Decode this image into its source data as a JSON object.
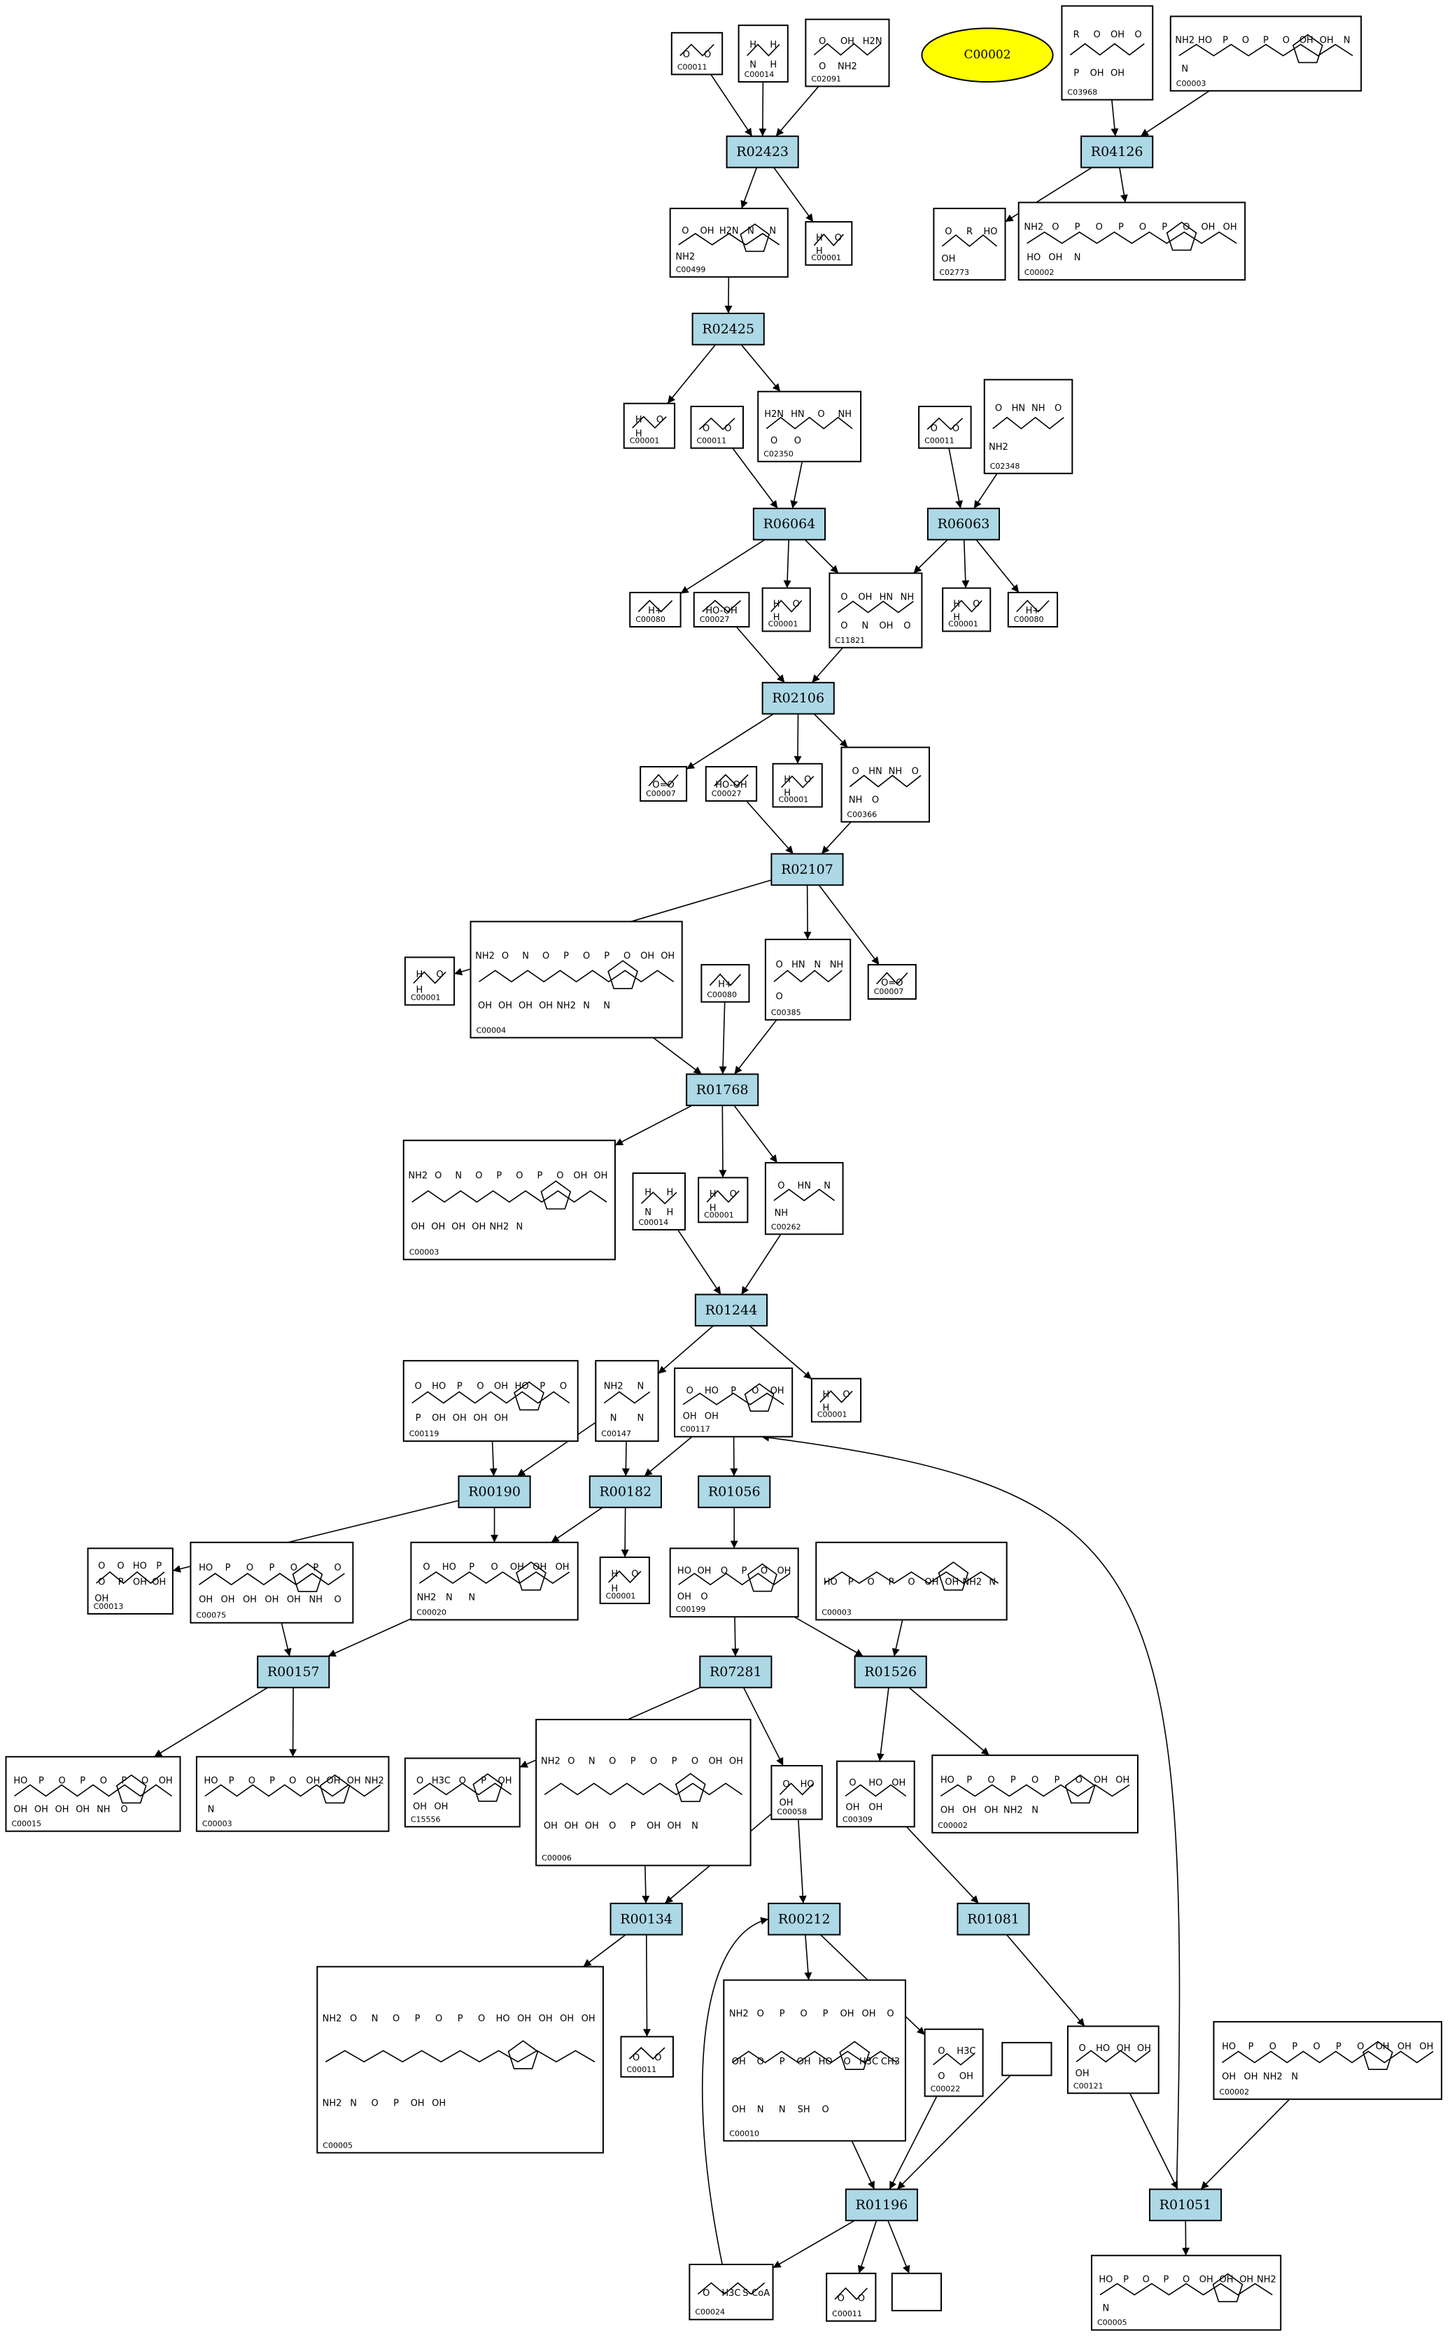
{
  "highlight": {
    "id": "hl",
    "label": "C00002"
  },
  "reactions": [
    {
      "id": "R02423",
      "label": "R02423"
    },
    {
      "id": "R04126",
      "label": "R04126"
    },
    {
      "id": "R02425",
      "label": "R02425"
    },
    {
      "id": "R06064",
      "label": "R06064"
    },
    {
      "id": "R06063",
      "label": "R06063"
    },
    {
      "id": "R02106",
      "label": "R02106"
    },
    {
      "id": "R02107",
      "label": "R02107"
    },
    {
      "id": "R01768",
      "label": "R01768"
    },
    {
      "id": "R01244",
      "label": "R01244"
    },
    {
      "id": "R00190",
      "label": "R00190"
    },
    {
      "id": "R00182",
      "label": "R00182"
    },
    {
      "id": "R01056",
      "label": "R01056"
    },
    {
      "id": "R00157",
      "label": "R00157"
    },
    {
      "id": "R07281",
      "label": "R07281"
    },
    {
      "id": "R01526",
      "label": "R01526"
    },
    {
      "id": "R00134",
      "label": "R00134"
    },
    {
      "id": "R00212",
      "label": "R00212"
    },
    {
      "id": "R01081",
      "label": "R01081"
    },
    {
      "id": "R01196",
      "label": "R01196"
    },
    {
      "id": "R01051",
      "label": "R01051"
    }
  ],
  "compounds": [
    {
      "id": "c1",
      "label": "C00011",
      "atoms": [
        "O",
        "O"
      ]
    },
    {
      "id": "c2",
      "label": "C00014",
      "atoms": [
        "H",
        "H",
        "N",
        "H"
      ]
    },
    {
      "id": "c3",
      "label": "C02091",
      "atoms": [
        "O",
        "OH",
        "H2N",
        "O",
        "NH2"
      ]
    },
    {
      "id": "c4",
      "label": "C03968",
      "atoms": [
        "R",
        "O",
        "OH",
        "O",
        "P",
        "OH",
        "OH"
      ]
    },
    {
      "id": "c5",
      "label": "C00003",
      "atoms": [
        "NH2",
        "HO",
        "P",
        "O",
        "P",
        "O",
        "OH",
        "OH",
        "N",
        "N"
      ]
    },
    {
      "id": "c6",
      "label": "C00499",
      "atoms": [
        "O",
        "OH",
        "H2N",
        "N",
        "N",
        "NH2"
      ]
    },
    {
      "id": "c7",
      "label": "C00001",
      "atoms": [
        "H",
        "O",
        "H"
      ]
    },
    {
      "id": "c8",
      "label": "C02773",
      "atoms": [
        "O",
        "R",
        "HO",
        "OH"
      ]
    },
    {
      "id": "c9",
      "label": "C00002",
      "atoms": [
        "NH2",
        "O",
        "P",
        "O",
        "P",
        "O",
        "P",
        "O",
        "OH",
        "OH",
        "HO",
        "OH",
        "N"
      ]
    },
    {
      "id": "c10",
      "label": "C00001",
      "atoms": [
        "H",
        "O",
        "H"
      ]
    },
    {
      "id": "c11",
      "label": "C00011",
      "atoms": [
        "O",
        "O"
      ]
    },
    {
      "id": "c12",
      "label": "C02350",
      "atoms": [
        "H2N",
        "HN",
        "O",
        "NH",
        "O",
        "O"
      ]
    },
    {
      "id": "c13",
      "label": "C00011",
      "atoms": [
        "O",
        "O"
      ]
    },
    {
      "id": "c14",
      "label": "C02348",
      "atoms": [
        "O",
        "HN",
        "NH",
        "O",
        "NH2"
      ]
    },
    {
      "id": "c15",
      "label": "C00080",
      "atoms": [
        "H+"
      ]
    },
    {
      "id": "c16",
      "label": "C00027",
      "atoms": [
        "HO-OH"
      ]
    },
    {
      "id": "c17",
      "label": "C00001",
      "atoms": [
        "H",
        "O",
        "H"
      ]
    },
    {
      "id": "c18",
      "label": "C11821",
      "atoms": [
        "O",
        "OH",
        "HN",
        "NH",
        "O",
        "N",
        "OH",
        "O"
      ]
    },
    {
      "id": "c19",
      "label": "C00001",
      "atoms": [
        "H",
        "O",
        "H"
      ]
    },
    {
      "id": "c20",
      "label": "C00080",
      "atoms": [
        "H+"
      ]
    },
    {
      "id": "c21",
      "label": "C00007",
      "atoms": [
        "O=O"
      ]
    },
    {
      "id": "c22",
      "label": "C00027",
      "atoms": [
        "HO-OH"
      ]
    },
    {
      "id": "c23",
      "label": "C00001",
      "atoms": [
        "H",
        "O",
        "H"
      ]
    },
    {
      "id": "c24",
      "label": "C00366",
      "atoms": [
        "O",
        "HN",
        "NH",
        "O",
        "NH",
        "O"
      ]
    },
    {
      "id": "c25",
      "label": "C00001",
      "atoms": [
        "H",
        "O",
        "H"
      ]
    },
    {
      "id": "c26",
      "label": "C00004",
      "atoms": [
        "NH2",
        "O",
        "N",
        "O",
        "P",
        "O",
        "P",
        "O",
        "OH",
        "OH",
        "OH",
        "OH",
        "OH",
        "OH",
        "NH2",
        "N",
        "N"
      ]
    },
    {
      "id": "c27",
      "label": "C00080",
      "atoms": [
        "H+"
      ]
    },
    {
      "id": "c28",
      "label": "C00385",
      "atoms": [
        "O",
        "HN",
        "N",
        "NH",
        "O"
      ]
    },
    {
      "id": "c29",
      "label": "C00007",
      "atoms": [
        "O=O"
      ]
    },
    {
      "id": "c30",
      "label": "C00003",
      "atoms": [
        "NH2",
        "O",
        "N",
        "O",
        "P",
        "O",
        "P",
        "O",
        "OH",
        "OH",
        "OH",
        "OH",
        "OH",
        "OH",
        "NH2",
        "N"
      ]
    },
    {
      "id": "c31",
      "label": "C00014",
      "atoms": [
        "H",
        "H",
        "N",
        "H"
      ]
    },
    {
      "id": "c32",
      "label": "C00001",
      "atoms": [
        "H",
        "O",
        "H"
      ]
    },
    {
      "id": "c33",
      "label": "C00262",
      "atoms": [
        "O",
        "HN",
        "N",
        "NH"
      ]
    },
    {
      "id": "c34",
      "label": "C00119",
      "atoms": [
        "O",
        "HO",
        "P",
        "O",
        "OH",
        "HO",
        "P",
        "O",
        "P",
        "OH",
        "OH",
        "OH",
        "OH"
      ]
    },
    {
      "id": "c35",
      "label": "C00147",
      "atoms": [
        "NH2",
        "N",
        "N",
        "N"
      ]
    },
    {
      "id": "c36",
      "label": "C00117",
      "atoms": [
        "O",
        "HO",
        "P",
        "O",
        "OH",
        "OH",
        "OH"
      ]
    },
    {
      "id": "c37",
      "label": "C00001",
      "atoms": [
        "H",
        "O",
        "H"
      ]
    },
    {
      "id": "c38",
      "label": "C00013",
      "atoms": [
        "O",
        "O",
        "HO",
        "P",
        "O",
        "P",
        "OH",
        "OH",
        "OH"
      ]
    },
    {
      "id": "c39",
      "label": "C00075",
      "atoms": [
        "HO",
        "P",
        "O",
        "P",
        "O",
        "P",
        "O",
        "OH",
        "OH",
        "OH",
        "OH",
        "OH",
        "NH",
        "O"
      ]
    },
    {
      "id": "c40",
      "label": "C00020",
      "atoms": [
        "O",
        "HO",
        "P",
        "O",
        "OH",
        "OH",
        "OH",
        "NH2",
        "N",
        "N"
      ]
    },
    {
      "id": "c41",
      "label": "C00001",
      "atoms": [
        "H",
        "O",
        "H"
      ]
    },
    {
      "id": "c42",
      "label": "C00199",
      "atoms": [
        "HO",
        "OH",
        "O",
        "P",
        "O",
        "OH",
        "OH",
        "O"
      ]
    },
    {
      "id": "c43",
      "label": "C00003",
      "atoms": [
        "HO",
        "P",
        "O",
        "P",
        "O",
        "OH",
        "OH",
        "NH2",
        "N"
      ]
    },
    {
      "id": "c44",
      "label": "C00015",
      "atoms": [
        "HO",
        "P",
        "O",
        "P",
        "O",
        "P",
        "O",
        "OH",
        "OH",
        "OH",
        "OH",
        "OH",
        "NH",
        "O"
      ]
    },
    {
      "id": "c45",
      "label": "C00003",
      "atoms": [
        "HO",
        "P",
        "O",
        "P",
        "O",
        "OH",
        "OH",
        "OH",
        "NH2",
        "N"
      ]
    },
    {
      "id": "c46",
      "label": "C15556",
      "atoms": [
        "O",
        "H3C",
        "O",
        "P",
        "OH",
        "OH",
        "OH"
      ]
    },
    {
      "id": "c47",
      "label": "C00006",
      "atoms": [
        "NH2",
        "O",
        "N",
        "O",
        "P",
        "O",
        "P",
        "O",
        "OH",
        "OH",
        "OH",
        "OH",
        "OH",
        "O",
        "P",
        "OH",
        "OH",
        "N"
      ]
    },
    {
      "id": "c48",
      "label": "C00058",
      "atoms": [
        "O",
        "HO",
        "OH"
      ]
    },
    {
      "id": "c49",
      "label": "C00309",
      "atoms": [
        "O",
        "HO",
        "OH",
        "OH",
        "OH"
      ]
    },
    {
      "id": "c50",
      "label": "C00002",
      "atoms": [
        "HO",
        "P",
        "O",
        "P",
        "O",
        "P",
        "O",
        "OH",
        "OH",
        "OH",
        "OH",
        "OH",
        "NH2",
        "N"
      ]
    },
    {
      "id": "c51",
      "label": "C00005",
      "atoms": [
        "NH2",
        "O",
        "N",
        "O",
        "P",
        "O",
        "P",
        "O",
        "HO",
        "OH",
        "OH",
        "OH",
        "OH",
        "NH2",
        "N",
        "O",
        "P",
        "OH",
        "OH"
      ]
    },
    {
      "id": "c52",
      "label": "C00011",
      "atoms": [
        "O",
        "O"
      ]
    },
    {
      "id": "c53",
      "label": "C00010",
      "atoms": [
        "NH2",
        "O",
        "P",
        "O",
        "P",
        "OH",
        "OH",
        "O",
        "OH",
        "O",
        "P",
        "OH",
        "HO",
        "O",
        "H3C",
        "CH3",
        "OH",
        "N",
        "N",
        "SH",
        "O"
      ]
    },
    {
      "id": "c54",
      "label": "C00022",
      "atoms": [
        "O",
        "H3C",
        "O",
        "OH"
      ]
    },
    {
      "id": "c55",
      "label": "",
      "atoms": []
    },
    {
      "id": "c56",
      "label": "C00121",
      "atoms": [
        "O",
        "HO",
        "OH",
        "OH",
        "OH"
      ]
    },
    {
      "id": "c57",
      "label": "C00002",
      "atoms": [
        "HO",
        "P",
        "O",
        "P",
        "O",
        "P",
        "O",
        "OH",
        "OH",
        "OH",
        "OH",
        "OH",
        "NH2",
        "N"
      ]
    },
    {
      "id": "c58",
      "label": "C00024",
      "atoms": [
        "O",
        "H3C",
        "S-CoA"
      ]
    },
    {
      "id": "c59",
      "label": "C00011",
      "atoms": [
        "O",
        "O"
      ]
    },
    {
      "id": "c60",
      "label": "",
      "atoms": []
    },
    {
      "id": "c61",
      "label": "C00005",
      "atoms": [
        "HO",
        "P",
        "O",
        "P",
        "O",
        "OH",
        "OH",
        "OH",
        "NH2",
        "N"
      ]
    }
  ]
}
